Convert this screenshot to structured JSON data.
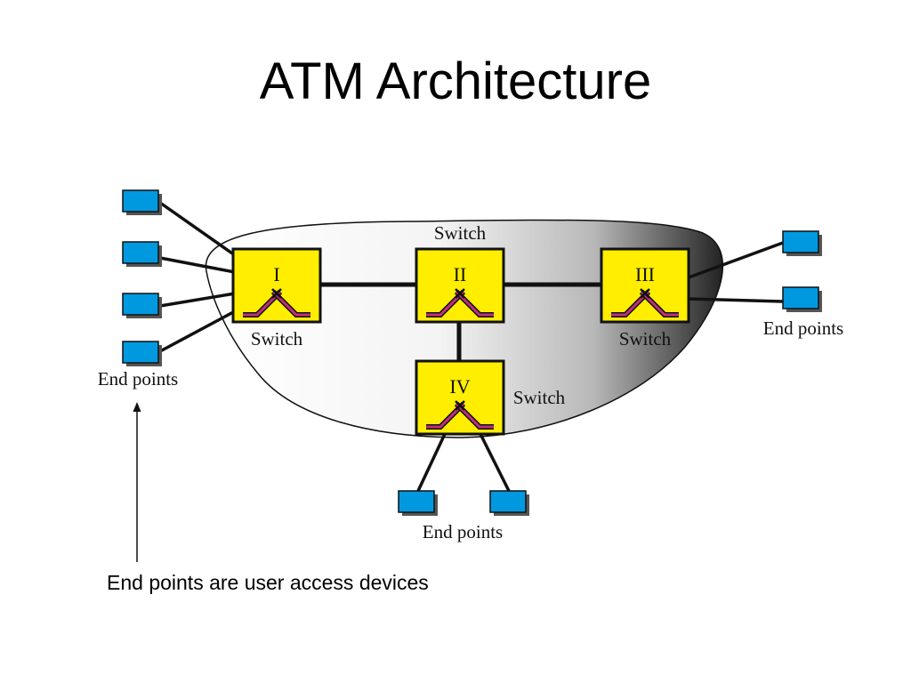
{
  "slide": {
    "title": "ATM Architecture",
    "caption": "End points are user access devices"
  },
  "diagram": {
    "switch_caption": "Switch",
    "endpoints_caption": "End points",
    "switches": [
      {
        "id": "I",
        "numeral": "I"
      },
      {
        "id": "II",
        "numeral": "II"
      },
      {
        "id": "III",
        "numeral": "III"
      },
      {
        "id": "IV",
        "numeral": "IV"
      }
    ],
    "endpoint_groups": [
      {
        "attached_to": "I",
        "count": 4
      },
      {
        "attached_to": "III",
        "count": 2
      },
      {
        "attached_to": "IV",
        "count": 2
      }
    ],
    "switch_links": [
      [
        "I",
        "II"
      ],
      [
        "II",
        "III"
      ],
      [
        "II",
        "IV"
      ]
    ],
    "colors": {
      "switch_fill": "#ffee00",
      "endpoint_fill": "#0099e0",
      "crossconnect": "#c0307a",
      "network_dark": "#222222"
    }
  }
}
